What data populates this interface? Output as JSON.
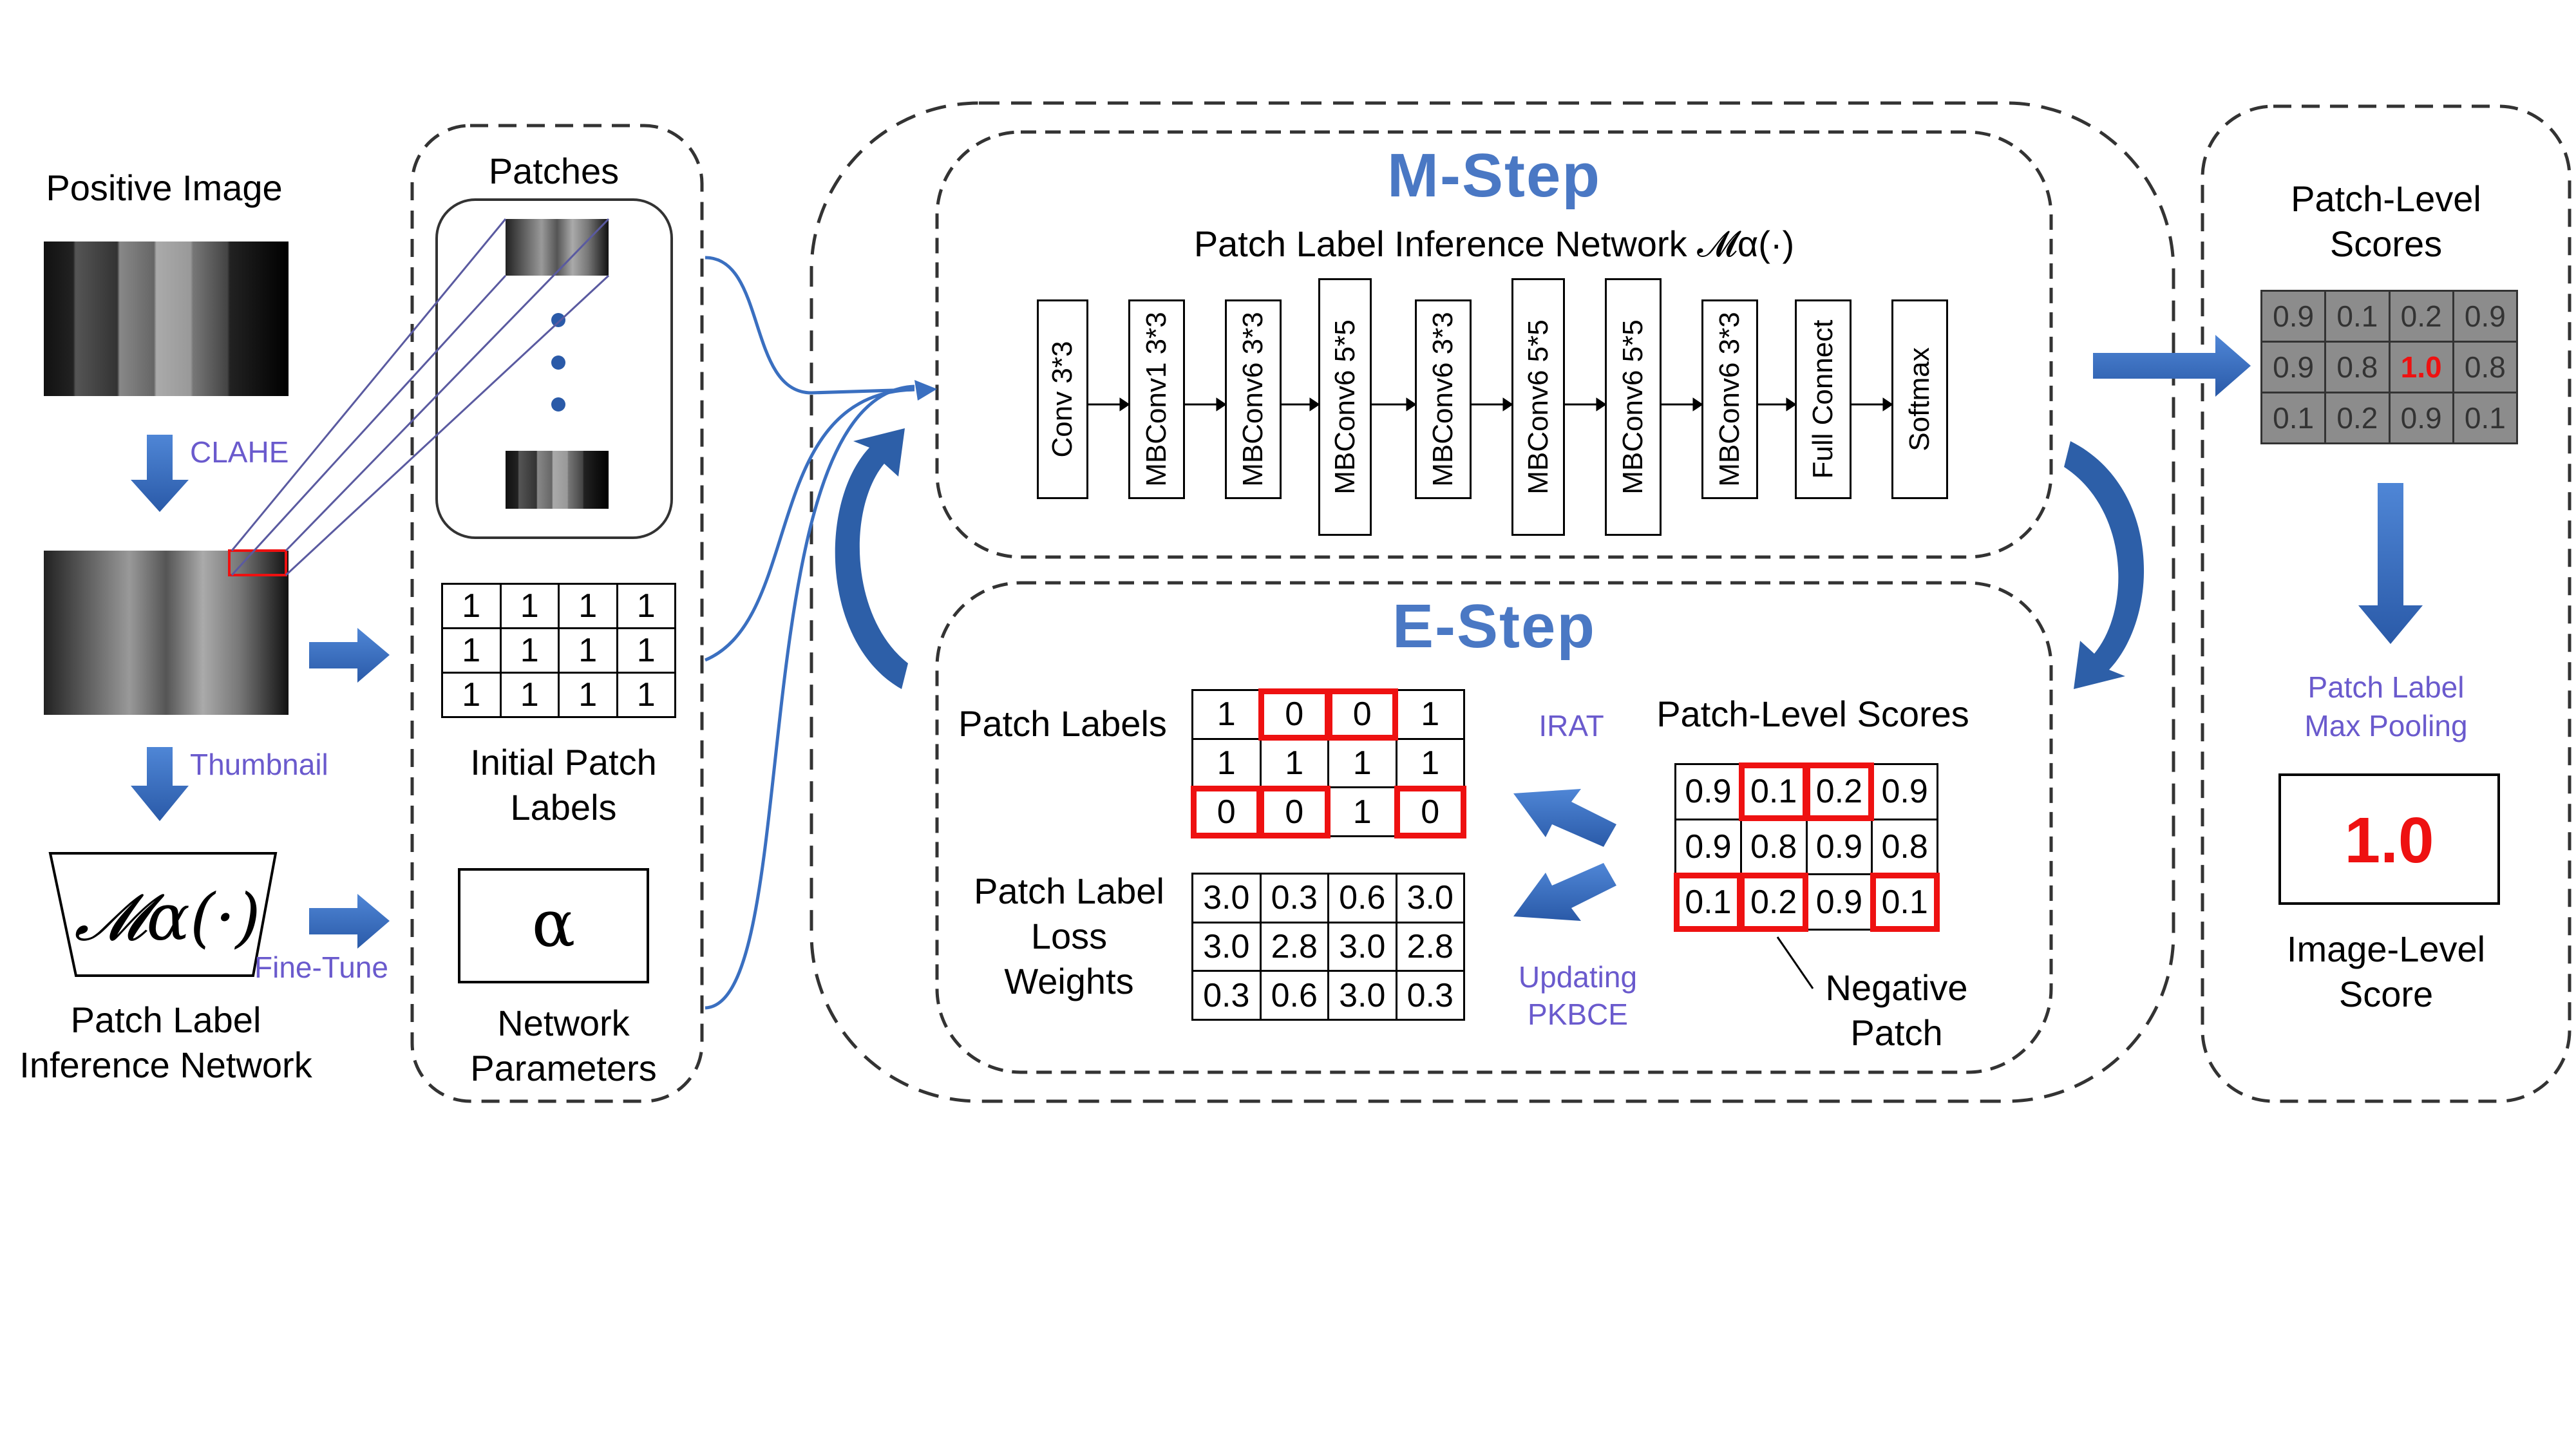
{
  "left": {
    "positive_image": "Positive Image",
    "clahe": "CLAHE",
    "thumbnail": "Thumbnail",
    "model_symbol": "𝓜α(·)",
    "fine_tune": "Fine-Tune",
    "model_caption_1": "Patch Label",
    "model_caption_2": "Inference Network"
  },
  "middle": {
    "patches": "Patches",
    "initial_labels_caption_1": "Initial Patch",
    "initial_labels_caption_2": "Labels",
    "initial_labels": [
      [
        "1",
        "1",
        "1",
        "1"
      ],
      [
        "1",
        "1",
        "1",
        "1"
      ],
      [
        "1",
        "1",
        "1",
        "1"
      ]
    ],
    "alpha": "α",
    "params_caption_1": "Network",
    "params_caption_2": "Parameters"
  },
  "m_step": {
    "title": "M-Step",
    "network_title": "Patch Label Inference Network 𝓜α(·)",
    "layers": [
      "Conv 3*3",
      "MBConv1 3*3",
      "MBConv6 3*3",
      "MBConv6 5*5",
      "MBConv6 3*3",
      "MBConv6 5*5",
      "MBConv6 5*5",
      "MBConv6 3*3",
      "Full Connect",
      "Softmax"
    ]
  },
  "e_step": {
    "title": "E-Step",
    "patch_labels": "Patch Labels",
    "labels": [
      [
        "1",
        "0",
        "0",
        "1"
      ],
      [
        "1",
        "1",
        "1",
        "1"
      ],
      [
        "0",
        "0",
        "1",
        "0"
      ]
    ],
    "irat": "IRAT",
    "scores_title": "Patch-Level Scores",
    "scores": [
      [
        "0.9",
        "0.1",
        "0.2",
        "0.9"
      ],
      [
        "0.9",
        "0.8",
        "0.9",
        "0.8"
      ],
      [
        "0.1",
        "0.2",
        "0.9",
        "0.1"
      ]
    ],
    "weights_caption_1": "Patch Label",
    "weights_caption_2": "Loss",
    "weights_caption_3": "Weights",
    "weights": [
      [
        "3.0",
        "0.3",
        "0.6",
        "3.0"
      ],
      [
        "3.0",
        "2.8",
        "3.0",
        "2.8"
      ],
      [
        "0.3",
        "0.6",
        "3.0",
        "0.3"
      ]
    ],
    "updating_1": "Updating",
    "updating_2": "PKBCE",
    "negative_1": "Negative",
    "negative_2": "Patch"
  },
  "right": {
    "scores_title_1": "Patch-Level",
    "scores_title_2": "Scores",
    "scores": [
      [
        "0.9",
        "0.1",
        "0.2",
        "0.9"
      ],
      [
        "0.9",
        "0.8",
        "1.0",
        "0.8"
      ],
      [
        "0.1",
        "0.2",
        "0.9",
        "0.1"
      ]
    ],
    "pooling_1": "Patch Label",
    "pooling_2": "Max Pooling",
    "final_score": "1.0",
    "image_score_1": "Image-Level",
    "image_score_2": "Score"
  },
  "colors": {
    "accent_blue": "#3a6fc0",
    "highlight_red": "#e11111",
    "label_purple": "#6a5acd",
    "title_blue": "#4a78c4"
  }
}
